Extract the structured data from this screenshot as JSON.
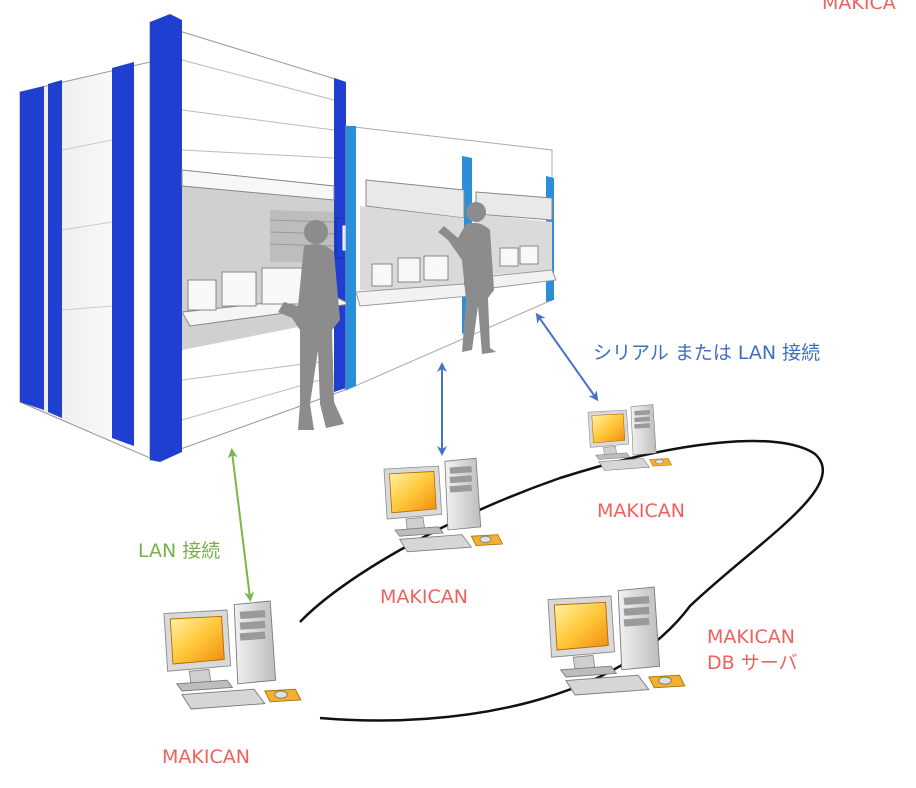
{
  "labels": {
    "corner": "MAKICA",
    "serial_lan": "シリアル または LAN 接続",
    "lan": "LAN 接続",
    "pc_top_right": "MAKICAN",
    "pc_middle": "MAKICAN",
    "pc_bottom_left": "MAKICAN",
    "db_server_line1": "MAKICAN",
    "db_server_line2": "DB サーバ"
  },
  "colors": {
    "machine_blue": "#1f3fd0",
    "machine_light_blue": "#2a8fd8",
    "arrow_blue": "#4a72c4",
    "arrow_green": "#7ab648",
    "label_red": "#f0615c",
    "monitor_yellow": "#f5a623",
    "network_ring": "#111111"
  },
  "icons": [
    "vertical-storage-carousel",
    "worker-silhouette",
    "desktop-pc-icon"
  ]
}
